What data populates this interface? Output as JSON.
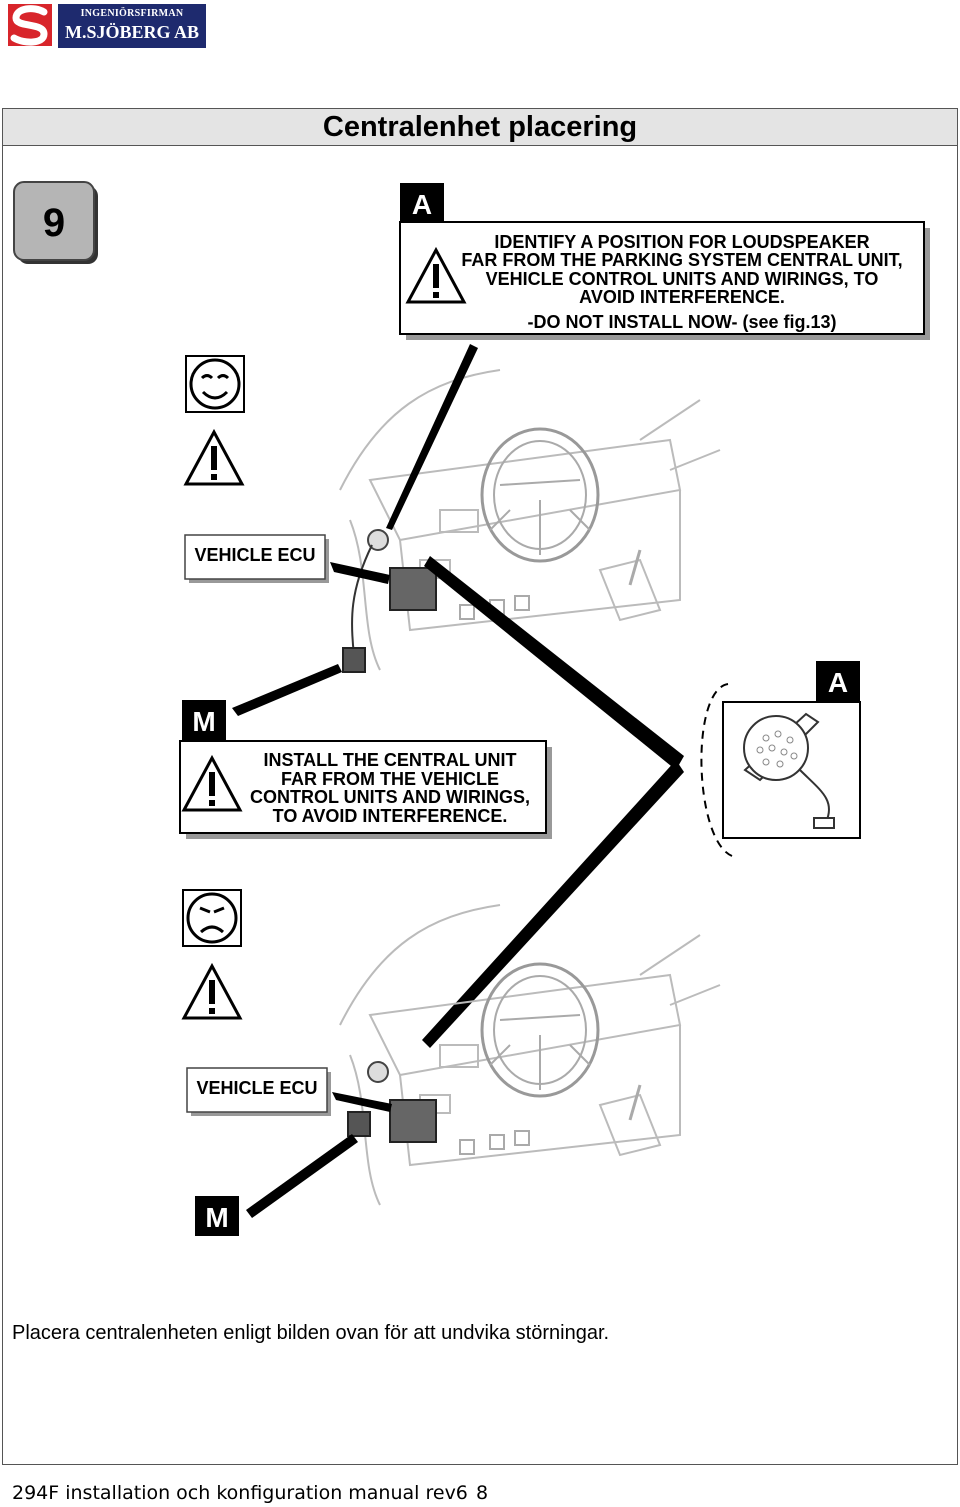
{
  "header": {
    "company_top": "INGENIÖRSFIRMAN",
    "company_name": "M.SJÖBERG AB"
  },
  "page": {
    "title": "Centralenhet placering"
  },
  "figure": {
    "step_number": "9",
    "callout_a_letter": "A",
    "callout_a_lines": [
      "IDENTIFY A POSITION FOR LOUDSPEAKER",
      "FAR FROM THE PARKING SYSTEM CENTRAL UNIT,",
      "VEHICLE CONTROL UNITS AND WIRINGS, TO",
      "AVOID INTERFERENCE.",
      "-DO NOT INSTALL NOW- (see fig.13)"
    ],
    "vehicle_ecu_label_top": "VEHICLE  ECU",
    "vehicle_ecu_label_bottom": "VEHICLE  ECU",
    "callout_m_letter_top": "M",
    "callout_m_lines": [
      "INSTALL THE CENTRAL UNIT",
      "FAR FROM THE VEHICLE",
      "CONTROL UNITS AND WIRINGS,",
      "TO AVOID INTERFERENCE."
    ],
    "speaker_letter": "A",
    "m_letter_bottom": "M"
  },
  "caption": "Placera centralenheten enligt bilden ovan för att undvika störningar.",
  "footer": {
    "text": "294F installation och konfiguration manual rev6",
    "page_number": "8"
  }
}
